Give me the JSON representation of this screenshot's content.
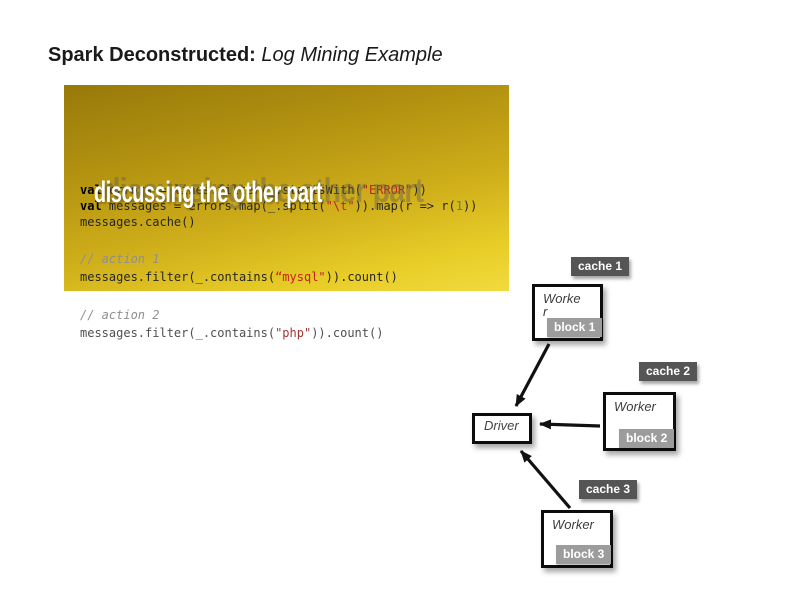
{
  "title": {
    "prefix": "Spark Deconstructed: ",
    "emphasis": "Log Mining Example"
  },
  "overlay": {
    "white_text": "discussing the other part",
    "ghost_text": "discussing the other part"
  },
  "code": {
    "lines": [
      [
        {
          "t": "val ",
          "c": "kw"
        },
        {
          "t": "errors = lines.filter(_.startsWith(",
          "c": "p"
        },
        {
          "t": "\"ERROR\"",
          "c": "str"
        },
        {
          "t": "))",
          "c": "p"
        }
      ],
      [
        {
          "t": "val ",
          "c": "kw"
        },
        {
          "t": "messages = errors.map(_.split(",
          "c": "p"
        },
        {
          "t": "\"\\t\"",
          "c": "str"
        },
        {
          "t": ")).map(r => r(",
          "c": "p"
        },
        {
          "t": "1",
          "c": "num"
        },
        {
          "t": "))",
          "c": "p"
        }
      ],
      [
        {
          "t": "messages.cache()",
          "c": "p"
        }
      ],
      [
        {
          "t": "// action 1",
          "c": "cmt"
        }
      ],
      [
        {
          "t": "messages.filter(_.contains(",
          "c": "p"
        },
        {
          "t": "“mysql\"",
          "c": "str"
        },
        {
          "t": ")).count()",
          "c": "p"
        }
      ],
      [
        {
          "t": "// action 2",
          "c": "cmt"
        }
      ],
      [
        {
          "t": "messages.filter(_.contains(",
          "c": "p"
        },
        {
          "t": "\"php\"",
          "c": "str2"
        },
        {
          "t": ")).count()",
          "c": "p"
        }
      ]
    ]
  },
  "diagram": {
    "driver_label": "Driver",
    "caches": [
      "cache 1",
      "cache 2",
      "cache 3"
    ],
    "workers": [
      {
        "label": "Worker",
        "block": "block 1"
      },
      {
        "label": "Worker",
        "block": "block 2"
      },
      {
        "label": "Worker",
        "block": "block 3"
      }
    ]
  },
  "colors": {
    "panel_gold_dark": "#97790a",
    "panel_gold_light": "#f2da3e",
    "cache_badge_bg": "#555555",
    "block_badge_bg": "#9c9c9c",
    "code_string_red": "#c32222",
    "code_number_green": "#3a9a3a",
    "arrow_black": "#111111"
  }
}
